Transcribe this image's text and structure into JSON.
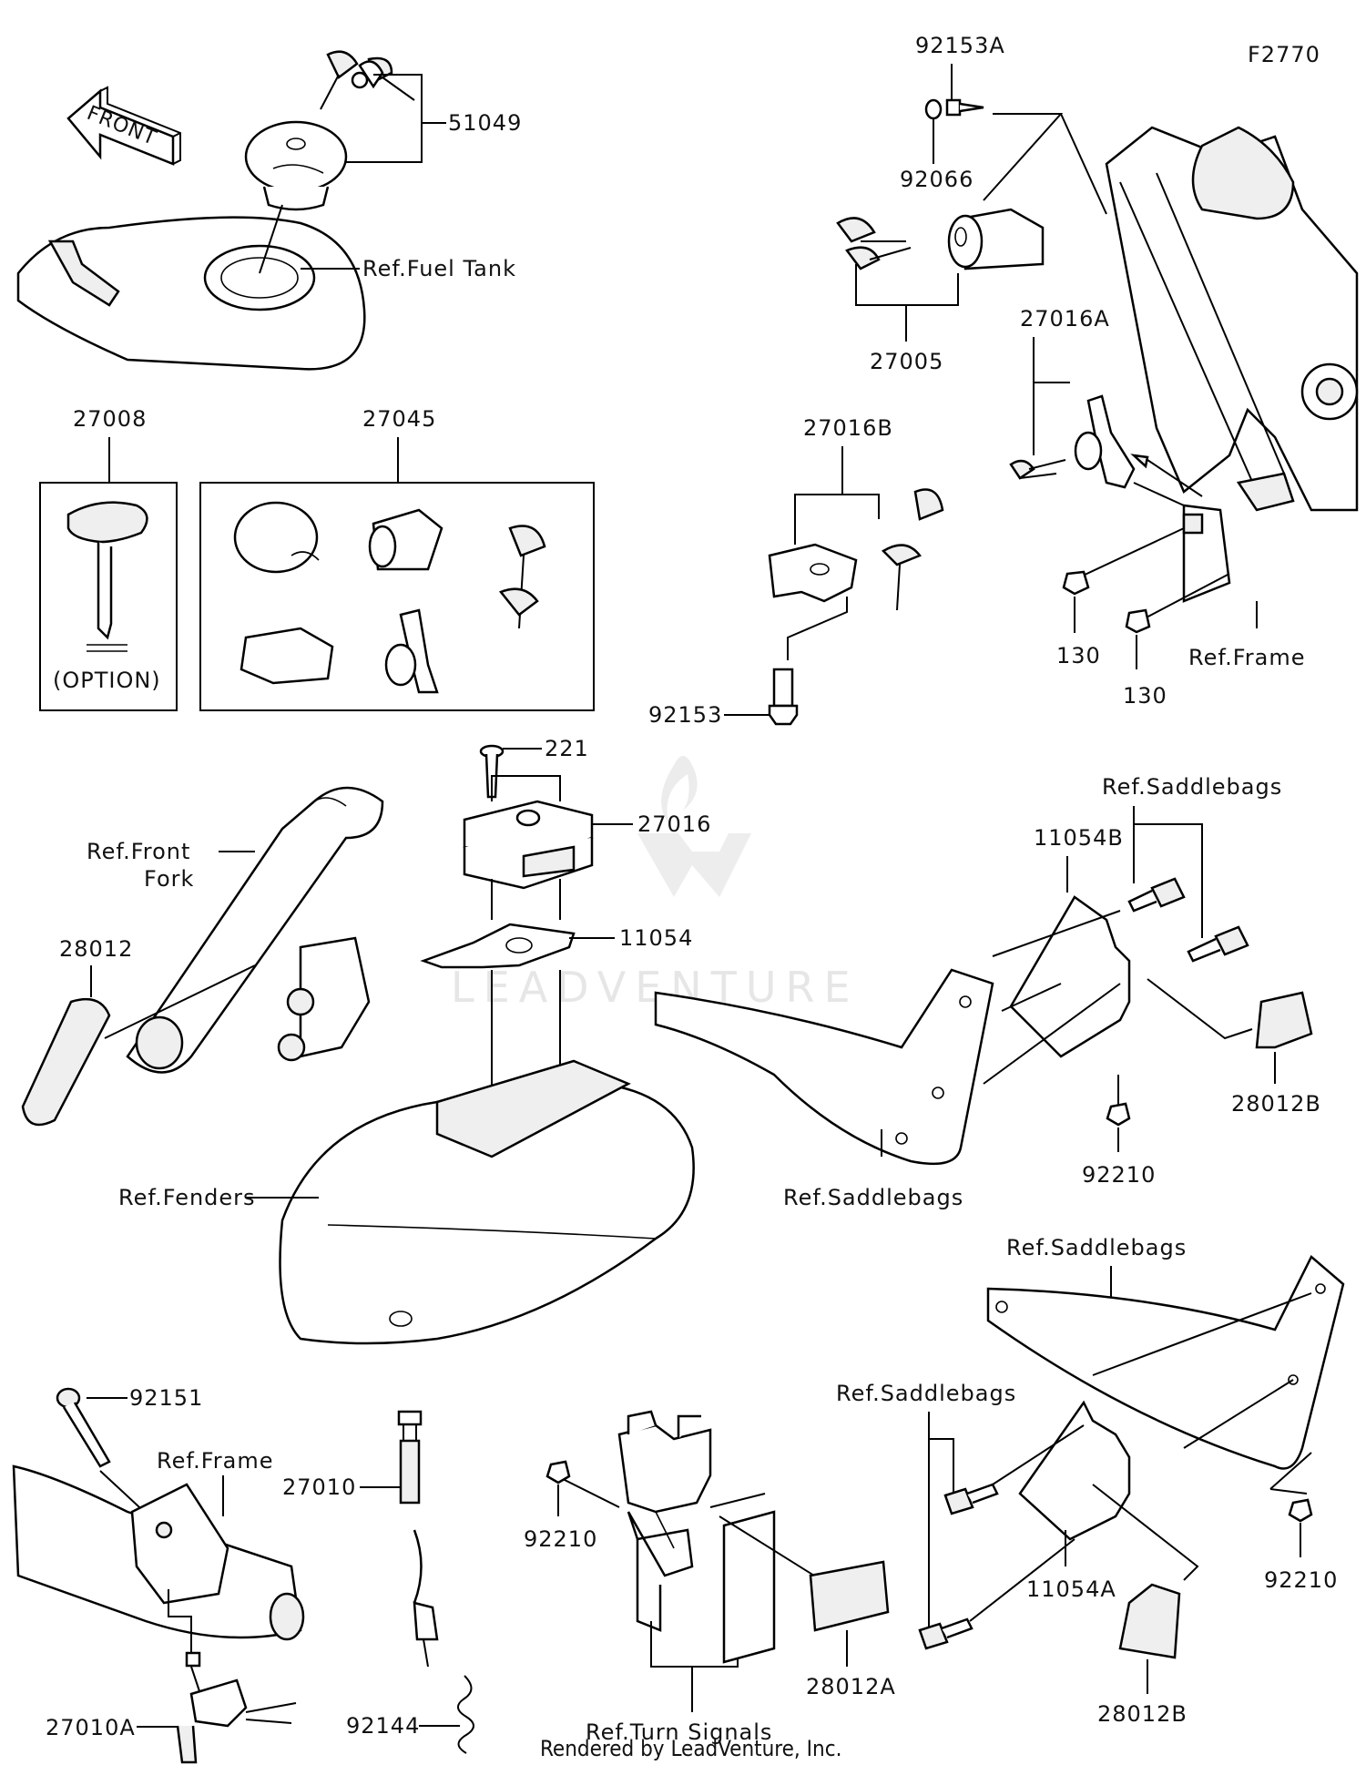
{
  "diagram_id": "F2770",
  "front_arrow": "FRONT",
  "watermark": "LEADVENTURE",
  "footer": "Rendered by LeadVenture, Inc.",
  "labels": {
    "p51049": "51049",
    "ref_fuel_tank": "Ref.Fuel Tank",
    "p27008": "27008",
    "option": "(OPTION)",
    "p27045": "27045",
    "p92153A": "92153A",
    "p92066": "92066",
    "p27005": "27005",
    "p27016A": "27016A",
    "p27016B": "27016B",
    "p92153": "92153",
    "p130_a": "130",
    "p130_b": "130",
    "ref_frame_top": "Ref.Frame",
    "p221": "221",
    "p27016": "27016",
    "p11054": "11054",
    "ref_front_fork": "Ref.Front",
    "ref_front_fork_2": "Fork",
    "p28012": "28012",
    "p11054B": "11054B",
    "ref_saddlebags_1": "Ref.Saddlebags",
    "p28012B_a": "28012B",
    "p92210_a": "92210",
    "ref_saddlebags_2": "Ref.Saddlebags",
    "ref_fenders": "Ref.Fenders",
    "ref_saddlebags_3": "Ref.Saddlebags",
    "ref_saddlebags_4": "Ref.Saddlebags",
    "p92151": "92151",
    "ref_frame_bottom": "Ref.Frame",
    "p27010": "27010",
    "p92210_b": "92210",
    "p92210_c": "92210",
    "p11054A": "11054A",
    "p28012A": "28012A",
    "p27010A": "27010A",
    "p92144": "92144",
    "ref_turn_signals": "Ref.Turn Signals",
    "p28012B_b": "28012B"
  }
}
